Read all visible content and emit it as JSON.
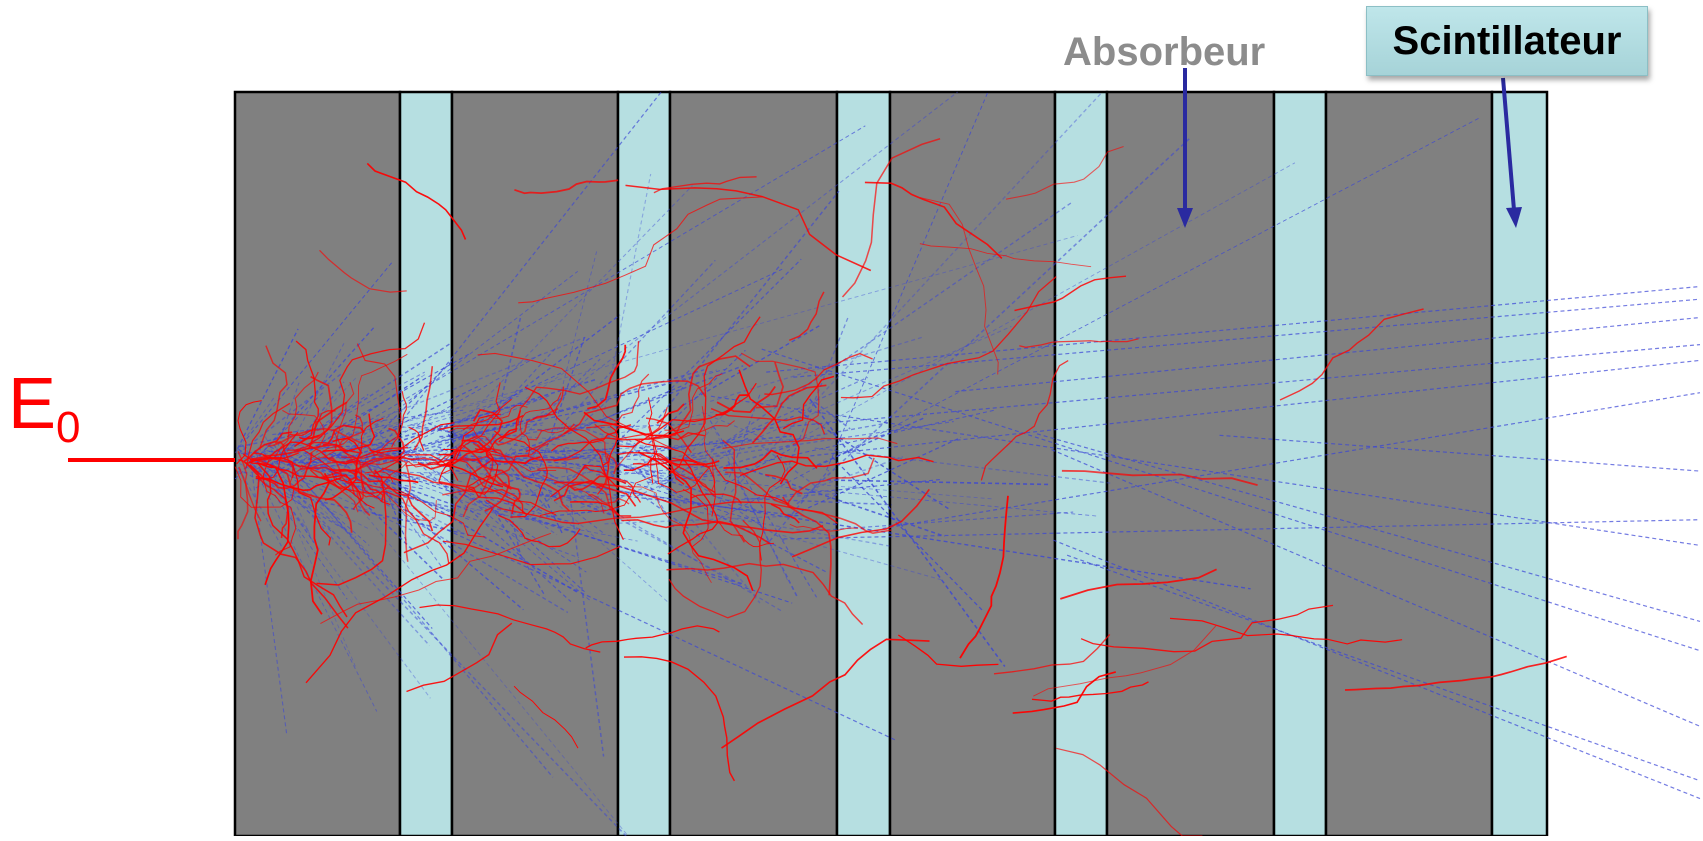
{
  "labels": {
    "energy_main": "E",
    "energy_sub": "0",
    "absorbeur": "Absorbeur",
    "scintillateur": "Scintillateur"
  },
  "colors": {
    "absorber": "#808080",
    "scintillator": "#b6dfe1",
    "electron_track": "#ff0000",
    "photon_track": "#3a45d6",
    "arrow": "#2a2aa0",
    "absorbeur_text": "#8c8c8c"
  },
  "layers": {
    "order": [
      "absorber",
      "scintillator",
      "absorber",
      "scintillator",
      "absorber",
      "scintillator",
      "absorber",
      "scintillator",
      "absorber",
      "scintillator",
      "absorber",
      "scintillator"
    ]
  }
}
